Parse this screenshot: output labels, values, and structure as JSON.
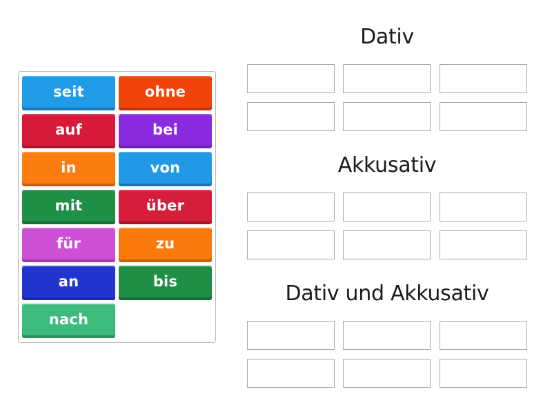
{
  "tile_bank": {
    "tiles": [
      {
        "label": "seit",
        "color": "#1f9be8",
        "col": 0,
        "row": 0
      },
      {
        "label": "ohne",
        "color": "#f2440a",
        "col": 1,
        "row": 0
      },
      {
        "label": "auf",
        "color": "#d71a3a",
        "col": 0,
        "row": 1
      },
      {
        "label": "bei",
        "color": "#8a2be2",
        "col": 1,
        "row": 1
      },
      {
        "label": "in",
        "color": "#fb7d0f",
        "col": 0,
        "row": 2
      },
      {
        "label": "von",
        "color": "#2299e6",
        "col": 1,
        "row": 2
      },
      {
        "label": "mit",
        "color": "#1f8e47",
        "col": 0,
        "row": 3
      },
      {
        "label": "über",
        "color": "#d61d3b",
        "col": 1,
        "row": 3
      },
      {
        "label": "für",
        "color": "#cc4fd6",
        "col": 0,
        "row": 4
      },
      {
        "label": "zu",
        "color": "#fb7a0e",
        "col": 1,
        "row": 4
      },
      {
        "label": "an",
        "color": "#2236cf",
        "col": 0,
        "row": 5
      },
      {
        "label": "bis",
        "color": "#1f8e47",
        "col": 1,
        "row": 5
      },
      {
        "label": "nach",
        "color": "#3dbb7d",
        "col": 0,
        "row": 6
      }
    ]
  },
  "groups": [
    {
      "title": "Dativ",
      "slots": 6
    },
    {
      "title": "Akkusativ",
      "slots": 6
    },
    {
      "title": "Dativ und Akkusativ",
      "slots": 6
    }
  ]
}
